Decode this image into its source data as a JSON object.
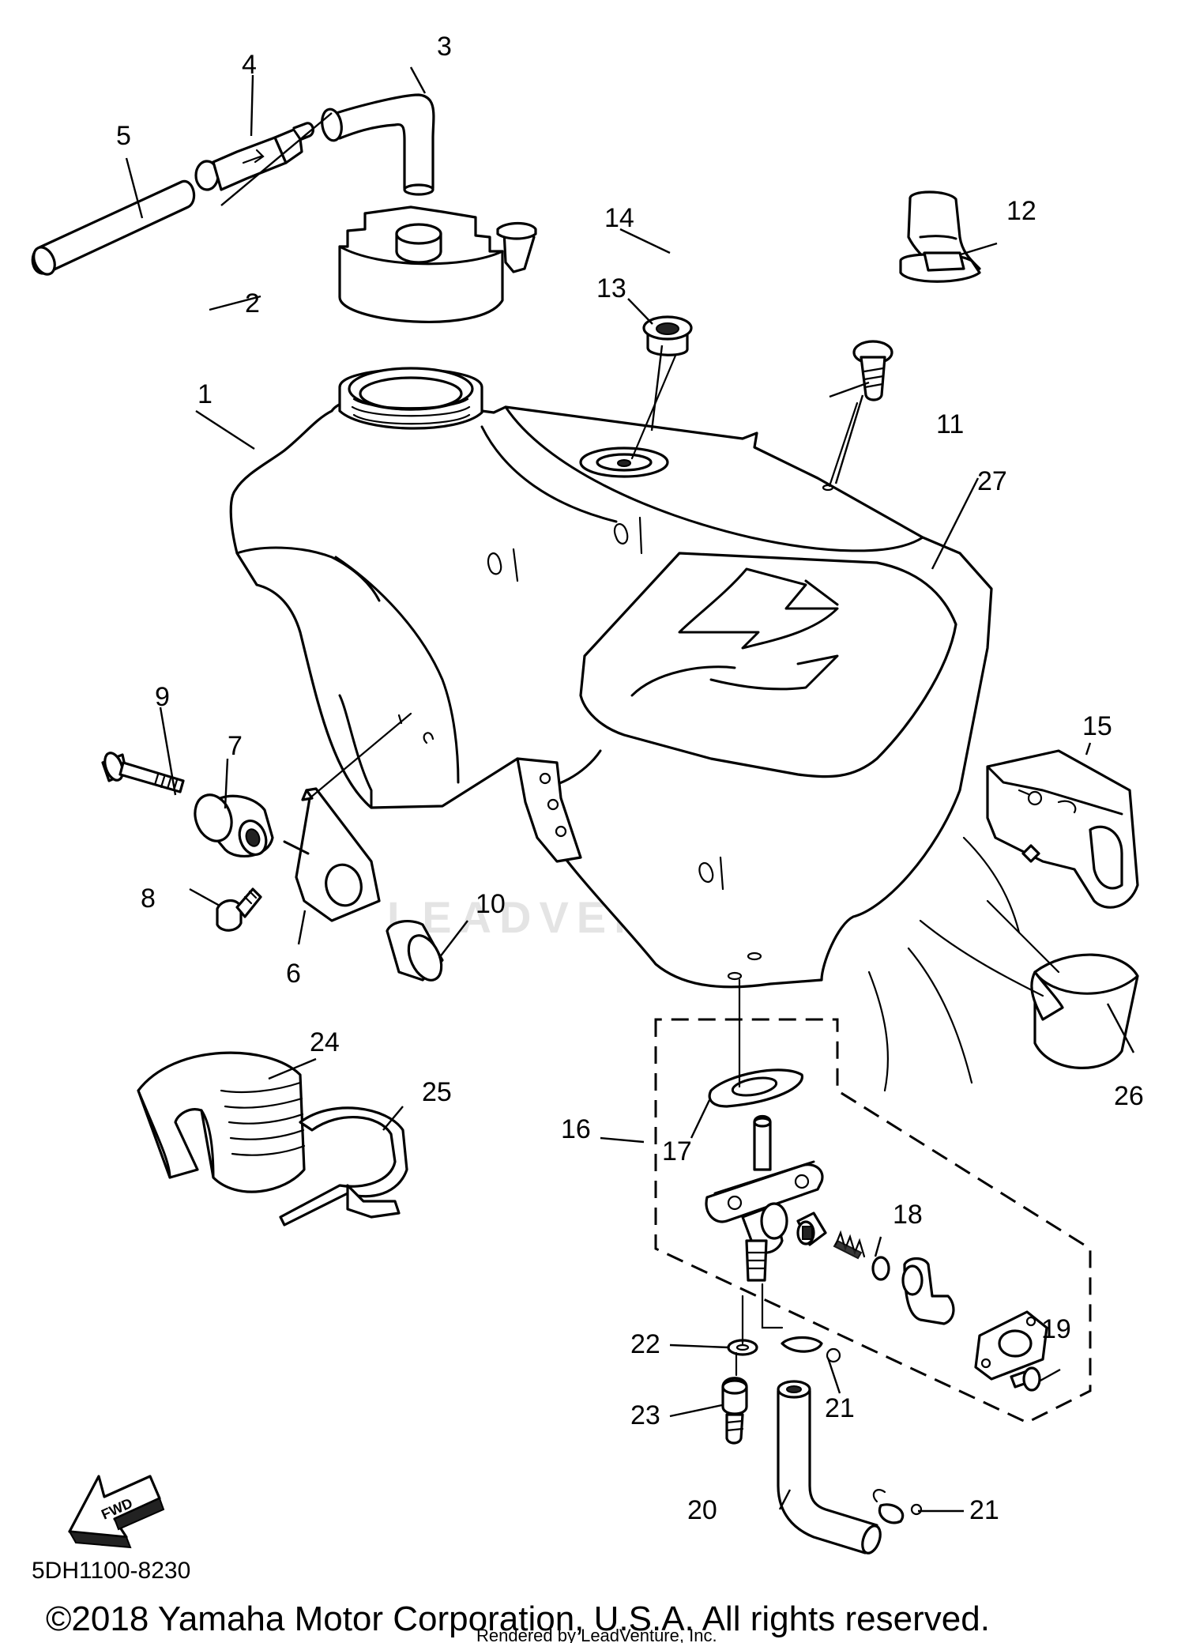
{
  "diagram": {
    "callouts": [
      {
        "id": "c1",
        "label": "1"
      },
      {
        "id": "c2",
        "label": "2"
      },
      {
        "id": "c3",
        "label": "3"
      },
      {
        "id": "c4",
        "label": "4"
      },
      {
        "id": "c5",
        "label": "5"
      },
      {
        "id": "c6",
        "label": "6"
      },
      {
        "id": "c7",
        "label": "7"
      },
      {
        "id": "c8",
        "label": "8"
      },
      {
        "id": "c9",
        "label": "9"
      },
      {
        "id": "c10",
        "label": "10"
      },
      {
        "id": "c11",
        "label": "11"
      },
      {
        "id": "c12",
        "label": "12"
      },
      {
        "id": "c13",
        "label": "13"
      },
      {
        "id": "c14",
        "label": "14"
      },
      {
        "id": "c15",
        "label": "15"
      },
      {
        "id": "c16",
        "label": "16"
      },
      {
        "id": "c17",
        "label": "17"
      },
      {
        "id": "c18",
        "label": "18"
      },
      {
        "id": "c19",
        "label": "19"
      },
      {
        "id": "c20",
        "label": "20"
      },
      {
        "id": "c21a",
        "label": "21"
      },
      {
        "id": "c21b",
        "label": "21"
      },
      {
        "id": "c22",
        "label": "22"
      },
      {
        "id": "c23",
        "label": "23"
      },
      {
        "id": "c24",
        "label": "24"
      },
      {
        "id": "c25",
        "label": "25"
      },
      {
        "id": "c26",
        "label": "26"
      },
      {
        "id": "c27",
        "label": "27"
      }
    ],
    "fwd_label": "FWD",
    "diagram_code": "5DH1100-8230",
    "watermark": "LEADVENTURE",
    "copyright": "©2018 Yamaha Motor Corporation, U.S.A. All rights reserved.",
    "rendered_by": "Rendered by LeadVenture, Inc."
  }
}
